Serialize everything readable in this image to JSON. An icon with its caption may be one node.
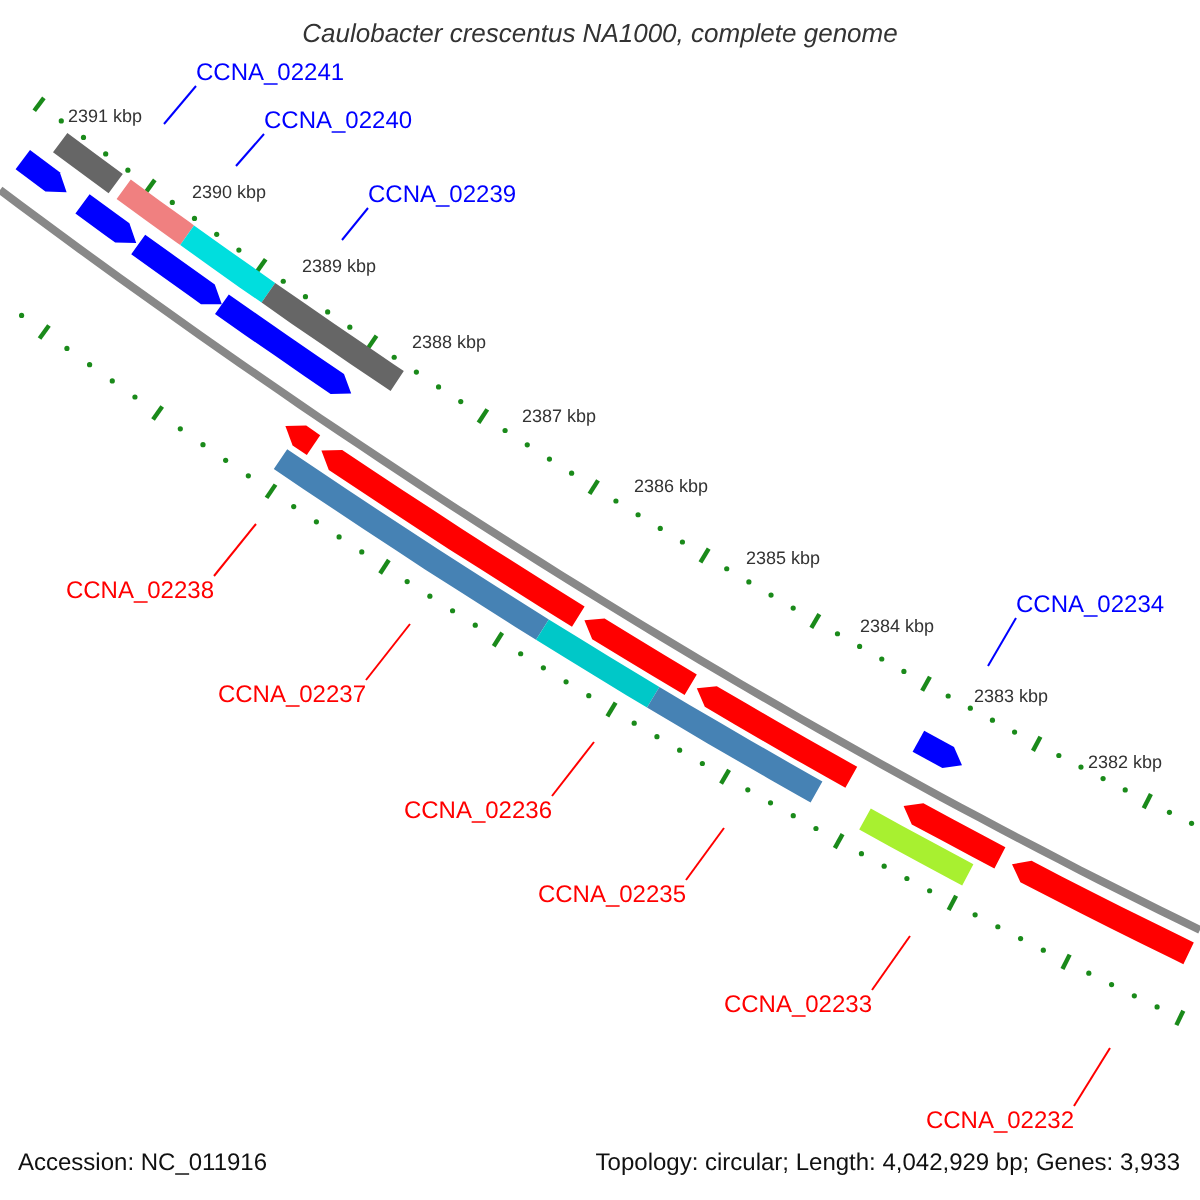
{
  "diagram": {
    "title": "Caulobacter crescentus NA1000, complete genome",
    "nodes": [
      {
        "text": [
          "CCNA_02241"
        ]
      },
      {
        "text": [
          "CCNA_02240"
        ]
      },
      {
        "text": [
          "CCNA_02239"
        ]
      },
      {
        "text": [
          "CCNA_02238"
        ]
      },
      {
        "text": [
          "CCNA_02237"
        ]
      },
      {
        "text": [
          "CCNA_02236"
        ]
      },
      {
        "text": [
          "CCNA_02235"
        ]
      },
      {
        "text": [
          "CCNA_02234"
        ]
      },
      {
        "text": [
          "CCNA_02233"
        ]
      },
      {
        "text": [
          "CCNA_02232"
        ]
      }
    ],
    "edges": [
      {
        "from": 0,
        "to": null,
        "arrow": "none",
        "color": "#0000ff"
      },
      {
        "from": 1,
        "to": null,
        "arrow": "none",
        "color": "#0000ff"
      },
      {
        "from": 2,
        "to": null,
        "arrow": "none",
        "color": "#0000ff"
      },
      {
        "from": 3,
        "to": null,
        "arrow": "none"
      },
      {
        "from": 4,
        "to": null,
        "arrow": "none"
      },
      {
        "from": 5,
        "to": null,
        "arrow": "none"
      },
      {
        "from": 6,
        "to": null,
        "arrow": "none"
      },
      {
        "from": 7,
        "to": null,
        "arrow": "none",
        "color": "#0000ff"
      },
      {
        "from": 8,
        "to": null,
        "arrow": "none"
      },
      {
        "from": 9,
        "to": null,
        "arrow": "none"
      }
    ],
    "labels": [
      "2391 kbp",
      "2390 kbp",
      "2389 kbp",
      "2388 kbp",
      "2387 kbp",
      "2386 kbp",
      "2385 kbp",
      "2384 kbp",
      "2383 kbp",
      "2382 kbp",
      "Accession: NC_011916",
      "Topology: circular; Length: 4,042,929 bp; Genes: 3,933"
    ]
  }
}
